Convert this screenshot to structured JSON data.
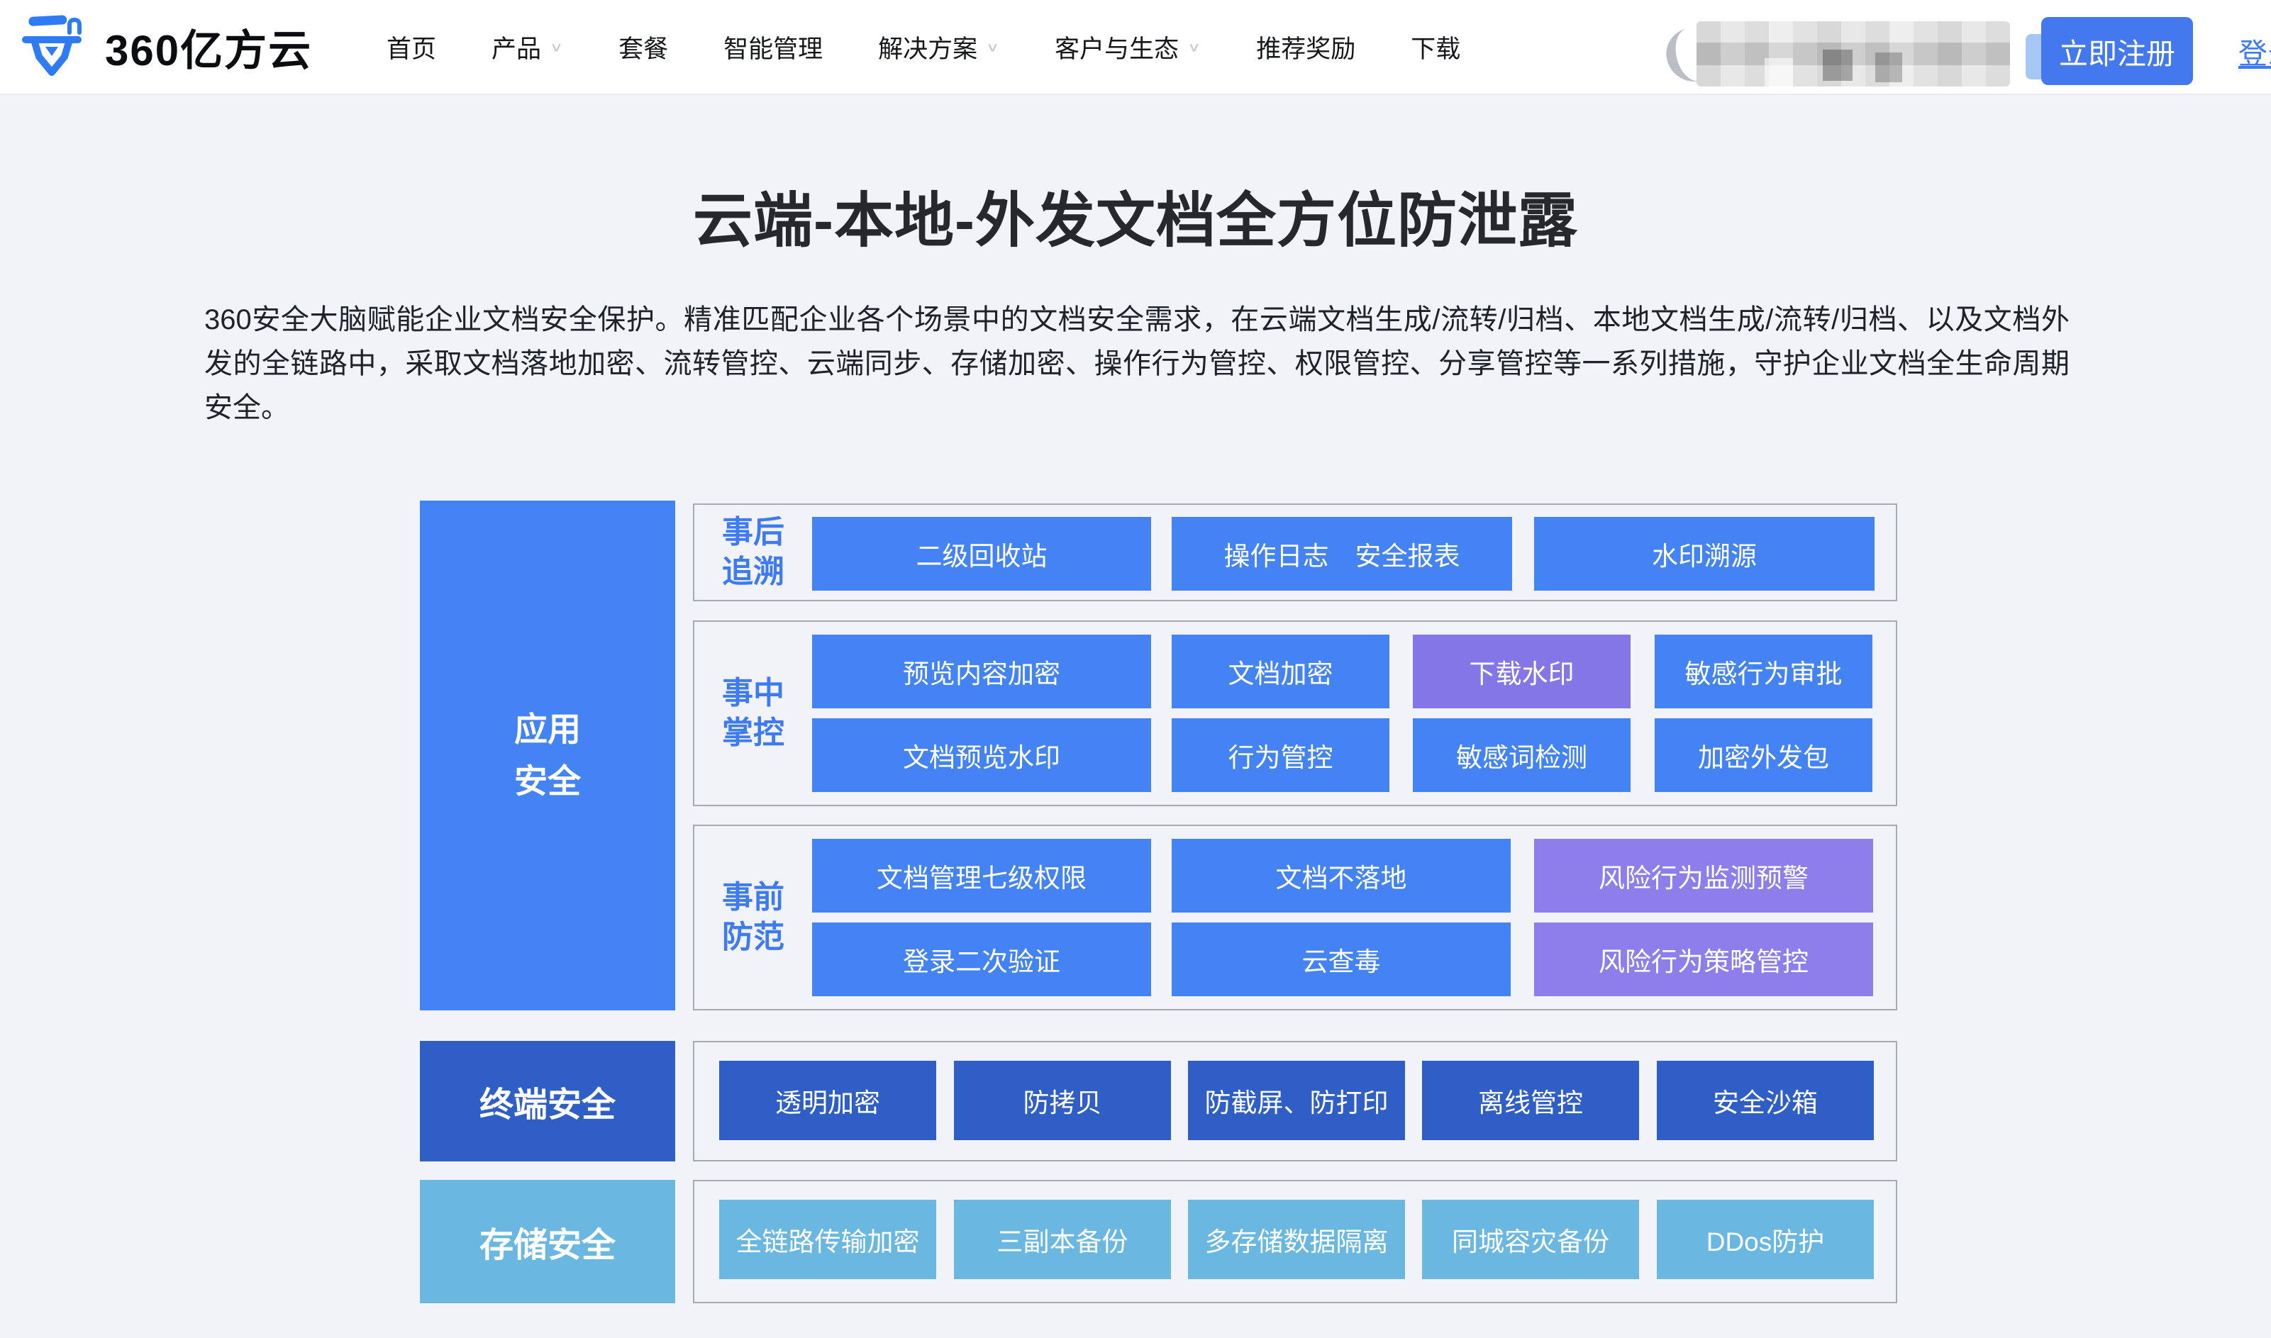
{
  "header": {
    "logo_text": "360亿方云",
    "nav_items": [
      "首页",
      "产品",
      "套餐",
      "智能管理",
      "解决方案",
      "客户与生态",
      "推荐奖励",
      "下载"
    ],
    "register_label": "立即注册",
    "login_label": "登录"
  },
  "hero": {
    "title": "云端-本地-外发文档全方位防泄露",
    "description": "360安全大脑赋能企业文档安全保护。精准匹配企业各个场景中的文档安全需求，在云端文档生成/流转/归档、本地文档生成/流转/归档、以及文档外发的全链路中，采取文档落地加密、流转管控、云端同步、存储加密、操作行为管控、权限管控、分享管控等一系列措施，守护企业文档全生命周期安全。"
  },
  "diagram": {
    "left_labels": [
      "应用安全",
      "终端安全",
      "存储安全"
    ],
    "sections": [
      {
        "label": "事后追溯",
        "boxes": [
          [
            "二级回收站",
            "操作日志　安全报表",
            "水印溯源"
          ]
        ]
      },
      {
        "label": "事中掌控",
        "boxes": [
          [
            "预览内容加密",
            "文档加密",
            "下载水印",
            "敏感行为审批"
          ],
          [
            "文档预览水印",
            "行为管控",
            "敏感词检测",
            "加密外发包"
          ]
        ]
      },
      {
        "label": "事前防范",
        "boxes": [
          [
            "文档管理七级权限",
            "文档不落地",
            "风险行为监测预警"
          ],
          [
            "登录二次验证",
            "云查毒",
            "风险行为策略管控"
          ]
        ]
      },
      {
        "label": "",
        "boxes": [
          [
            "透明加密",
            "防拷贝",
            "防截屏、防打印",
            "离线管控",
            "安全沙箱"
          ]
        ]
      },
      {
        "label": "",
        "boxes": [
          [
            "全链路传输加密",
            "三副本备份",
            "多存储数据隔离",
            "同城容灾备份",
            "DDos防护"
          ]
        ]
      }
    ]
  },
  "colors": {
    "primary_blue": "#4483f3",
    "dark_blue": "#2f5ec6",
    "light_blue": "#6ab7e2",
    "purple": "#8576e8",
    "purple_light": "#8d7eec",
    "accent_text_blue": "#3e7bf2",
    "button_blue": "#4478ee",
    "page_background": "#f1f3f8"
  },
  "icons": {
    "logo": "shield-pen-icon",
    "nav_chevron": "chevron-down-icon",
    "phone_area": "blurred-phone-number"
  }
}
